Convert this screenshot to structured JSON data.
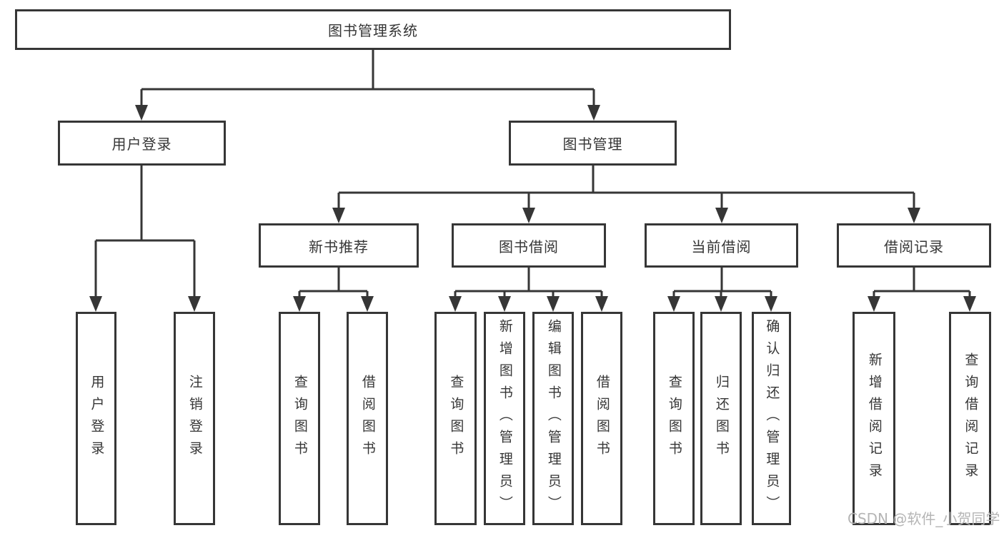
{
  "diagram": {
    "title": "图书管理系统",
    "level2": [
      {
        "label": "用户登录"
      },
      {
        "label": "图书管理"
      }
    ],
    "level3": [
      {
        "label": "新书推荐",
        "parent": "图书管理"
      },
      {
        "label": "图书借阅",
        "parent": "图书管理"
      },
      {
        "label": "当前借阅",
        "parent": "图书管理"
      },
      {
        "label": "借阅记录",
        "parent": "图书管理"
      }
    ],
    "leaves": [
      {
        "label": "用户登录",
        "parent": "用户登录"
      },
      {
        "label": "注销登录",
        "parent": "用户登录"
      },
      {
        "label": "查询图书",
        "parent": "新书推荐"
      },
      {
        "label": "借阅图书",
        "parent": "新书推荐"
      },
      {
        "label": "查询图书",
        "parent": "图书借阅"
      },
      {
        "label": "新增图书（管理员）",
        "parent": "图书借阅"
      },
      {
        "label": "编辑图书（管理员）",
        "parent": "图书借阅"
      },
      {
        "label": "借阅图书",
        "parent": "图书借阅"
      },
      {
        "label": "查询图书",
        "parent": "当前借阅"
      },
      {
        "label": "归还图书",
        "parent": "当前借阅"
      },
      {
        "label": "确认归还（管理员）",
        "parent": "当前借阅"
      },
      {
        "label": "新增借阅记录",
        "parent": "借阅记录"
      },
      {
        "label": "查询借阅记录",
        "parent": "借阅记录"
      }
    ]
  },
  "watermark": "CSDN @软件_小贺同学",
  "colors": {
    "line": "#363636",
    "text": "#363636",
    "watermark": "#b5b5b5",
    "background": "#ffffff"
  }
}
